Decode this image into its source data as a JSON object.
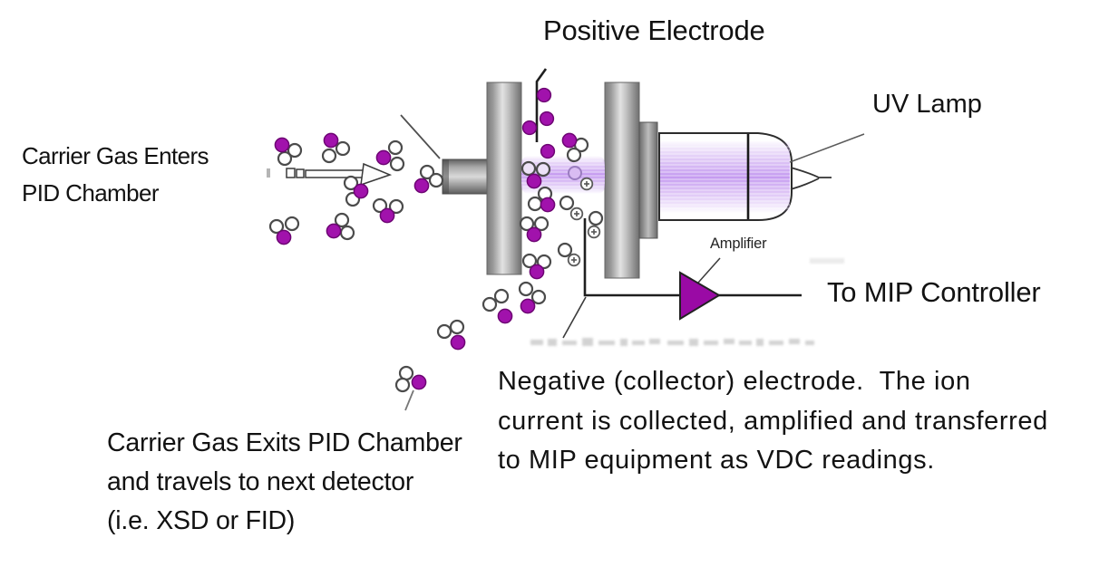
{
  "labels": {
    "positive_electrode": "Positive Electrode",
    "uv_lamp": "UV Lamp",
    "carrier_enters": "Carrier Gas Enters\nPID Chamber",
    "to_mip_controller": "To MIP Controller",
    "amplifier": "Amplifier",
    "negative_electrode_note": "Negative (collector) electrode.  The ion\ncurrent is collected, amplified and transferred\nto MIP equipment as VDC readings.",
    "carrier_exits": "Carrier Gas Exits PID Chamber\nand travels to next detector\n(i.e. XSD or FID)"
  },
  "icons": {
    "molecule_icon": "carrier-gas-molecule",
    "ionized_molecule_icon": "purple-ion",
    "plus_ion_icon": "+",
    "amplifier_icon": "triangle-right",
    "uv_beam_icon": "lavender-beam"
  },
  "colors": {
    "molecule_purple": "#A112AC",
    "molecule_purple_edge": "#6D0573",
    "beam_lavender": "#C7A0EF",
    "amplifier_purple": "#9A0AA5",
    "wire_black": "#1f1f1f",
    "electrode_gray_light": "#dedede",
    "electrode_gray_dark": "#757575"
  }
}
